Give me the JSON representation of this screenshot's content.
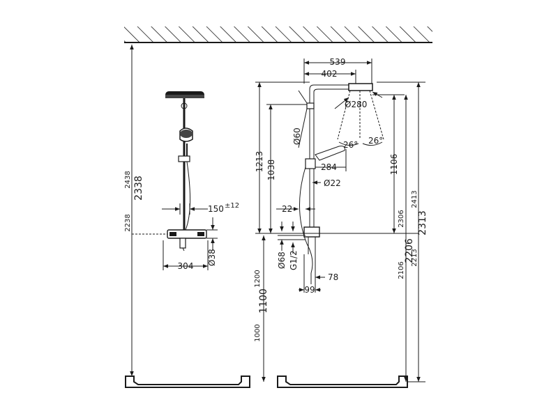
{
  "ceiling": {},
  "left_view": {
    "height_2438": "2438",
    "height_2338": "2338",
    "height_2238": "2238",
    "spacing_150": "150",
    "spacing_tol": "±12",
    "width_304": "304",
    "diam_38": "Ø38"
  },
  "right_view": {
    "width_539": "539",
    "width_402": "402",
    "diam_280": "Ø280",
    "diam_60": "Ø60",
    "angle_left": "26°",
    "angle_right": "26°",
    "arm_284": "284",
    "diam_22": "Ø22",
    "offset_22": "22",
    "h_1213": "1213",
    "h_1038": "1038",
    "h_1106": "1106",
    "diam_68": "Ø68",
    "thread": "G1/2",
    "d_78": "78",
    "d_99": "99",
    "h_1200": "1200",
    "h_1100": "1100",
    "h_1000": "1000",
    "h_2306": "2306",
    "h_2206": "2206",
    "h_2106": "2106",
    "h_2413": "2413",
    "h_2313": "2313",
    "h_2213": "2213"
  }
}
